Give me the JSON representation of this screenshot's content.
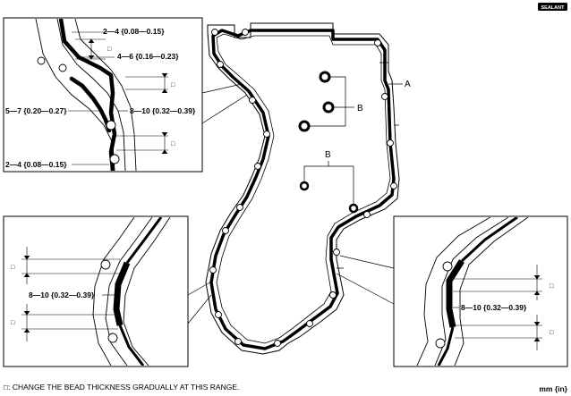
{
  "badge": "SEALANT",
  "footer": {
    "note": "□: CHANGE THE BEAD THICKNESS GRADUALLY AT THIS RANGE.",
    "unit": "mm {in}"
  },
  "labels": {
    "a": "A",
    "b_top": "B",
    "b_bottom": "B",
    "range_box": "□"
  },
  "detail_top_left": {
    "dim1": "2—4 {0.08—0.15}",
    "dim2": "4—6 {0.16—0.23}",
    "dim3": "5—7 {0.20—0.27}",
    "dim4": "8—10 {0.32—0.39}",
    "dim5": "2—4 {0.08—0.15}"
  },
  "detail_bottom_left": {
    "dim1": "8—10 {0.32—0.39}"
  },
  "detail_bottom_right": {
    "dim1": "8—10 {0.32—0.39}"
  }
}
